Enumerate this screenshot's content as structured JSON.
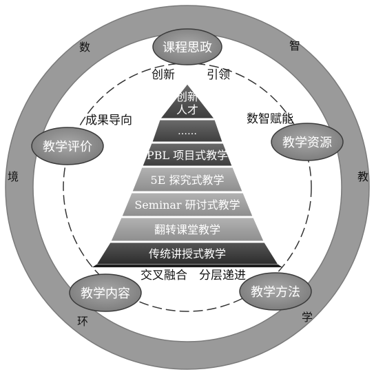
{
  "ring_chars": {
    "shu": "数",
    "zhi": "智",
    "jiao": "教",
    "xue": "学",
    "huan": "环",
    "jing": "境"
  },
  "nodes": {
    "top": "课程思政",
    "left": "教学评价",
    "right": "教学资源",
    "bottom_left": "教学内容",
    "bottom_right": "教学方法"
  },
  "captions": {
    "innovation": "创新",
    "lead": "引领",
    "outcome": "成果导向",
    "empower": "数智赋能",
    "fusion": "交叉融合",
    "layered": "分层递进"
  },
  "pyramid": {
    "apex_line1": "创新",
    "apex_line2": "人才",
    "levels": [
      "……",
      "PBL 项目式教学",
      "5E 探究式教学",
      "Seminar 研讨式教学",
      "翻转课堂教学",
      "传统讲授式教学"
    ]
  }
}
